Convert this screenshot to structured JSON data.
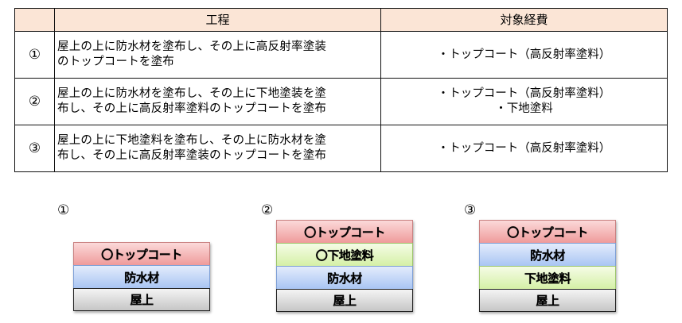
{
  "table": {
    "headers": {
      "no": "",
      "process": "工程",
      "cost": "対象経費"
    },
    "rows": [
      {
        "no": "①",
        "process": "屋上の上に防水材を塗布し、その上に高反射率塗装のトップコートを塗布",
        "process_lines": [
          "屋上の上に防水材を塗布し、その上に高反射率塗装",
          "のトップコートを塗布"
        ],
        "cost": [
          "・トップコート（高反射率塗料）"
        ]
      },
      {
        "no": "②",
        "process": "屋上の上に防水材を塗布し、その上に下地塗装を塗布し、その上に高反射率塗料のトップコートを塗布",
        "process_lines": [
          "屋上の上に防水材を塗布し、その上に下地塗装を塗",
          "布し、その上に高反射率塗料のトップコートを塗布"
        ],
        "cost": [
          "・トップコート（高反射率塗料）",
          "・下地塗料"
        ]
      },
      {
        "no": "③",
        "process": "屋上の上に下地塗料を塗布し、その上に防水材を塗布し、その上に高反射率塗装のトップコートを塗布",
        "process_lines": [
          "屋上の上に下地塗料を塗布し、その上に防水材を塗",
          "布し、その上に高反射率塗装のトップコートを塗布"
        ],
        "cost": [
          "・トップコート（高反射率塗料）"
        ]
      }
    ],
    "colors": {
      "header_bg": "#fbe5d6",
      "border": "#111111"
    }
  },
  "diagrams": [
    {
      "label": "①",
      "layers": [
        {
          "type": "topcoat",
          "text": "〇トップコート"
        },
        {
          "type": "waterproof",
          "text": "防水材"
        },
        {
          "type": "roof",
          "text": "屋上"
        }
      ]
    },
    {
      "label": "②",
      "layers": [
        {
          "type": "topcoat",
          "text": "〇トップコート"
        },
        {
          "type": "undercoat",
          "text": "〇下地塗料"
        },
        {
          "type": "waterproof",
          "text": "防水材"
        },
        {
          "type": "roof",
          "text": "屋上"
        }
      ]
    },
    {
      "label": "③",
      "layers": [
        {
          "type": "topcoat",
          "text": "〇トップコート"
        },
        {
          "type": "waterproof",
          "text": "防水材"
        },
        {
          "type": "undercoat",
          "text": "下地塗料"
        },
        {
          "type": "roof",
          "text": "屋上"
        }
      ]
    }
  ],
  "layer_colors": {
    "topcoat": "#ef9b9b",
    "undercoat": "#d5f0a6",
    "waterproof": "#a9c5f3",
    "roof": "#c6c6c6"
  }
}
